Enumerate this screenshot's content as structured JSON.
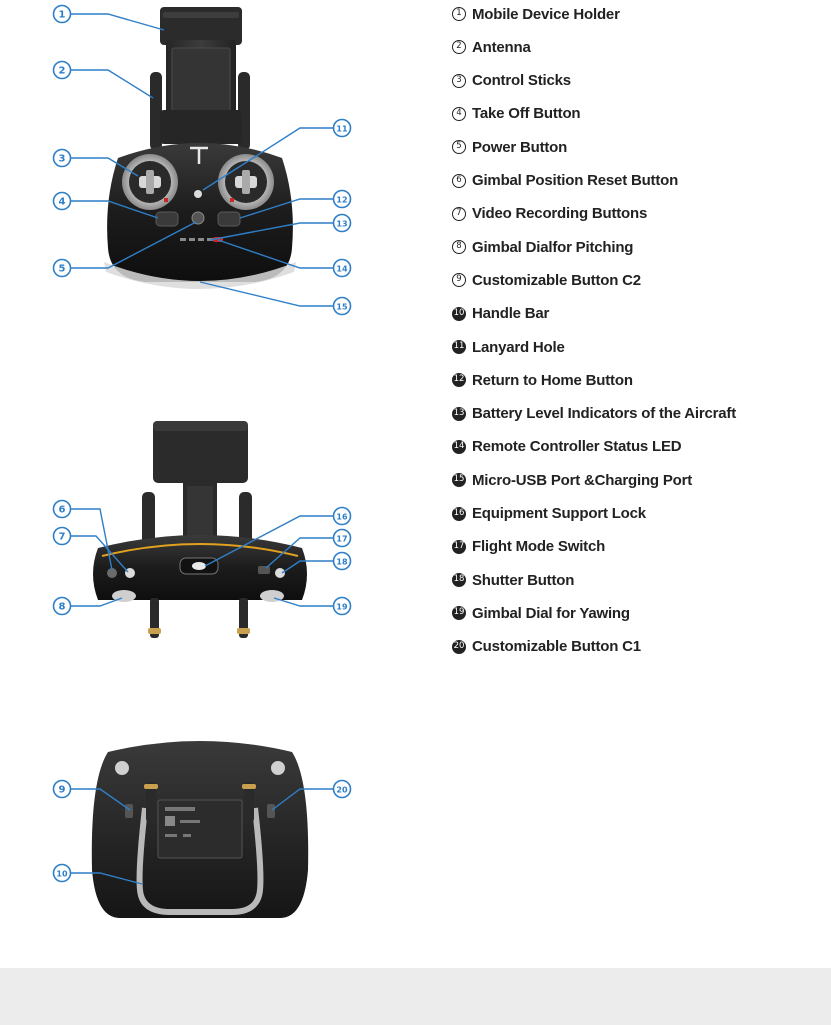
{
  "colors": {
    "callout": "#2f7fc8",
    "accent_orange": "#e0a020",
    "status_red": "#c8282a",
    "body_dark": "#1e1e1e",
    "footer_bg": "#ececec"
  },
  "callouts": [
    {
      "id": 1,
      "label": "1"
    },
    {
      "id": 2,
      "label": "2"
    },
    {
      "id": 3,
      "label": "3"
    },
    {
      "id": 4,
      "label": "4"
    },
    {
      "id": 5,
      "label": "5"
    },
    {
      "id": 6,
      "label": "6"
    },
    {
      "id": 7,
      "label": "7"
    },
    {
      "id": 8,
      "label": "8"
    },
    {
      "id": 9,
      "label": "9"
    },
    {
      "id": 10,
      "label": "10"
    },
    {
      "id": 11,
      "label": "11"
    },
    {
      "id": 12,
      "label": "12"
    },
    {
      "id": 13,
      "label": "13"
    },
    {
      "id": 14,
      "label": "14"
    },
    {
      "id": 15,
      "label": "15"
    },
    {
      "id": 16,
      "label": "16"
    },
    {
      "id": 17,
      "label": "17"
    },
    {
      "id": 18,
      "label": "18"
    },
    {
      "id": 19,
      "label": "19"
    },
    {
      "id": 20,
      "label": "20"
    }
  ],
  "legend": {
    "items": [
      {
        "num": "1",
        "text": "Mobile Device Holder"
      },
      {
        "num": "2",
        "text": "Antenna"
      },
      {
        "num": "3",
        "text": "Control Sticks"
      },
      {
        "num": "4",
        "text": "Take Off Button"
      },
      {
        "num": "5",
        "text": "Power Button"
      },
      {
        "num": "6",
        "text": "Gimbal Position Reset Button"
      },
      {
        "num": "7",
        "text": "Video Recording Buttons"
      },
      {
        "num": "8",
        "text": "Gimbal Dialfor Pitching"
      },
      {
        "num": "9",
        "text": "Customizable Button C2"
      },
      {
        "num": "10",
        "text": "Handle Bar"
      },
      {
        "num": "11",
        "text": "Lanyard Hole"
      },
      {
        "num": "12",
        "text": "Return to Home Button"
      },
      {
        "num": "13",
        "text": "Battery Level Indicators of the Aircraft"
      },
      {
        "num": "14",
        "text": "Remote Controller Status LED"
      },
      {
        "num": "15",
        "text": "Micro-USB Port &Charging Port"
      },
      {
        "num": "16",
        "text": "Equipment Support Lock"
      },
      {
        "num": "17",
        "text": "Flight Mode Switch"
      },
      {
        "num": "18",
        "text": "Shutter Button"
      },
      {
        "num": "19",
        "text": "Gimbal Dial for Yawing"
      },
      {
        "num": "20",
        "text": "Customizable Button C1"
      }
    ]
  }
}
